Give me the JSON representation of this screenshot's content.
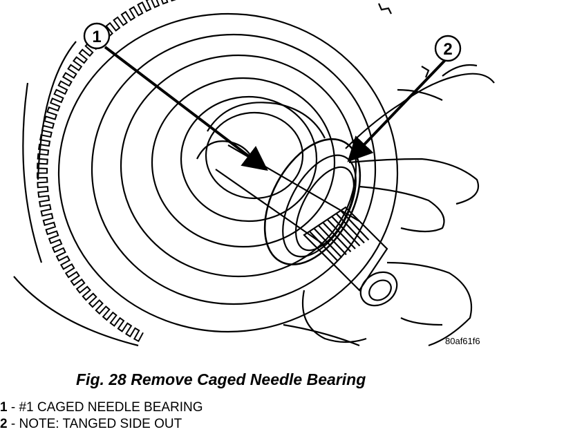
{
  "figure": {
    "code": "80af61f6",
    "caption": "Fig. 28 Remove Caged Needle Bearing"
  },
  "callouts": [
    {
      "number": "1"
    },
    {
      "number": "2"
    }
  ],
  "legend": [
    {
      "number": "1",
      "separator": " - ",
      "text": "#1 CAGED NEEDLE BEARING"
    },
    {
      "number": "2",
      "separator": " - ",
      "text": "NOTE: TANGED SIDE OUT"
    }
  ]
}
